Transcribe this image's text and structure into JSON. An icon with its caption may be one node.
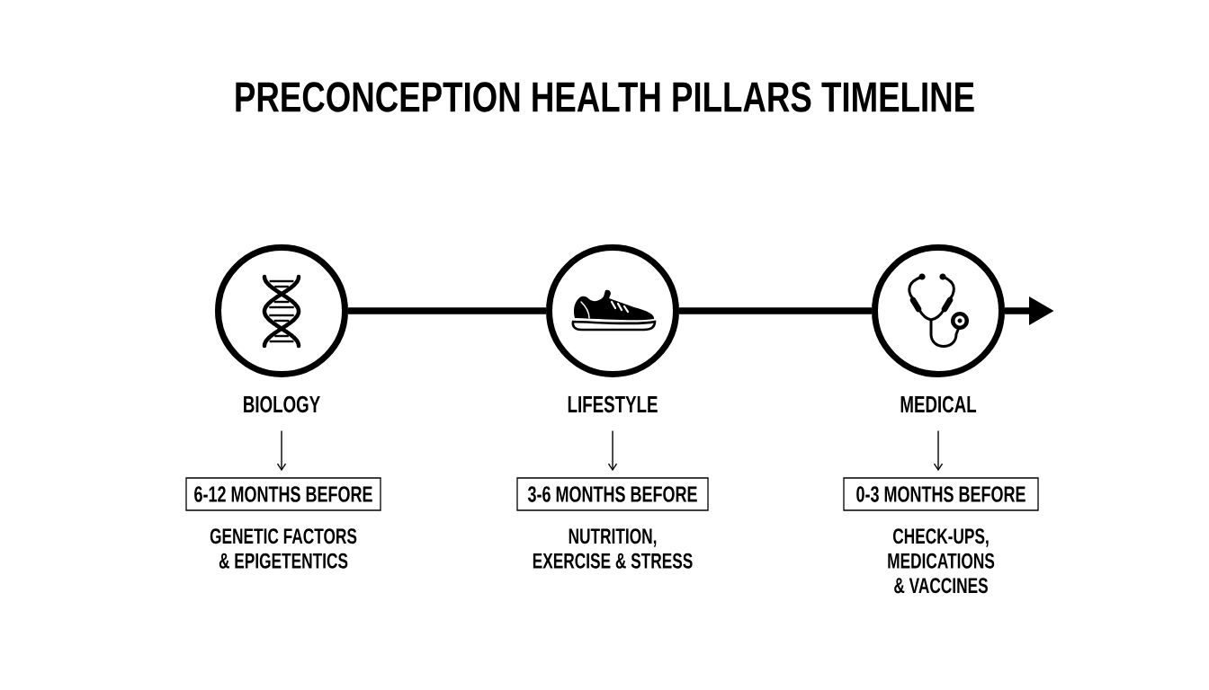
{
  "diagram": {
    "title": "PRECONCEPTION HEALTH PILLARS TIMELINE",
    "nodes": [
      {
        "text": [
          "BIOLOGY"
        ]
      },
      {
        "text": [
          "LIFESTYLE"
        ]
      },
      {
        "text": [
          "MEDICAL"
        ]
      },
      {
        "text": [
          "6-12 MONTHS BEFORE"
        ],
        "beside": [
          "GENETIC FACTORS & EPIGETENTICS"
        ]
      },
      {
        "text": [
          "3-6 MONTHS BEFORE"
        ],
        "beside": [
          "NUTRITION, EXERCISE & STRESS"
        ]
      },
      {
        "text": [
          "0-3 MONTHS BEFORE"
        ],
        "beside": [
          "CHECK-UPS, MEDICATIONS & VACCINES"
        ]
      }
    ],
    "edges": [
      {
        "from": 0,
        "to": 1,
        "arrow": "none",
        "style": "thick"
      },
      {
        "from": 1,
        "to": 2,
        "arrow": "none",
        "style": "thick"
      },
      {
        "from": 2,
        "to": null,
        "arrow": "to",
        "style": "thick"
      },
      {
        "from": 0,
        "to": 3,
        "arrow": "to"
      },
      {
        "from": 1,
        "to": 4,
        "arrow": "to"
      },
      {
        "from": 2,
        "to": 5,
        "arrow": "to"
      }
    ]
  }
}
